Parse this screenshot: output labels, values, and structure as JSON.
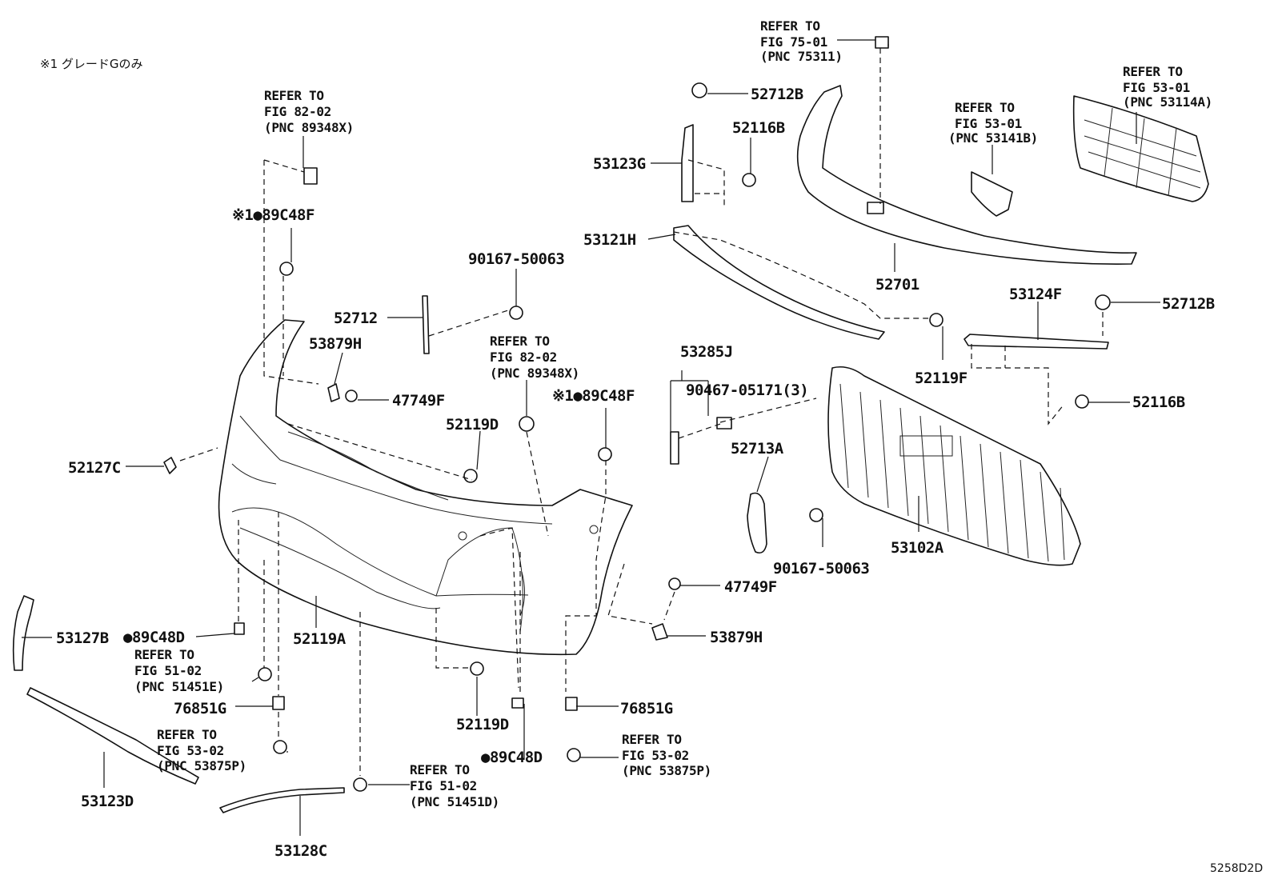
{
  "note": "※1 グレードGのみ",
  "diagram_code": "5258D2D",
  "refs": {
    "r1": [
      "REFER TO",
      "FIG 82-02",
      "(PNC 89348X)"
    ],
    "r2": [
      "REFER TO",
      "FIG 75-01",
      "(PNC 75311)"
    ],
    "r3": [
      "REFER TO",
      "FIG 53-01",
      "(PNC 53114A)"
    ],
    "r4": [
      "REFER TO",
      "FIG 53-01",
      "(PNC 53141B)"
    ],
    "r5": [
      "REFER TO",
      "FIG 82-02",
      "(PNC 89348X)"
    ],
    "r6": [
      "REFER TO",
      "FIG 51-02",
      "(PNC 51451E)"
    ],
    "r7": [
      "REFER TO",
      "FIG 53-02",
      "(PNC 53875P)"
    ],
    "r8": [
      "REFER TO",
      "FIG 51-02",
      "(PNC 51451D)"
    ],
    "r9": [
      "REFER TO",
      "FIG 53-02",
      "(PNC 53875P)"
    ]
  },
  "labels": {
    "l_89c48f_a": "※1●89C48F",
    "l_89c48f_b": "※1●89C48F",
    "l_52712b_a": "52712B",
    "l_52712b_b": "52712B",
    "l_52116b_a": "52116B",
    "l_52116b_b": "52116B",
    "l_53123g": "53123G",
    "l_53121h": "53121H",
    "l_52701": "52701",
    "l_90167_a": "90167-50063",
    "l_90167_b": "90167-50063",
    "l_52712": "52712",
    "l_53879h_a": "53879H",
    "l_53879h_b": "53879H",
    "l_47749f_a": "47749F",
    "l_47749f_b": "47749F",
    "l_52119d_a": "52119D",
    "l_52119d_b": "52119D",
    "l_53285j": "53285J",
    "l_90467": "90467-05171(3)",
    "l_52119f": "52119F",
    "l_53124f": "53124F",
    "l_52127c": "52127C",
    "l_52713a": "52713A",
    "l_53102a": "53102A",
    "l_53127b": "53127B",
    "l_89c48d_a": "●89C48D",
    "l_89c48d_b": "●89C48D",
    "l_52119a": "52119A",
    "l_76851g_a": "76851G",
    "l_76851g_b": "76851G",
    "l_53123d": "53123D",
    "l_53128c": "53128C"
  }
}
